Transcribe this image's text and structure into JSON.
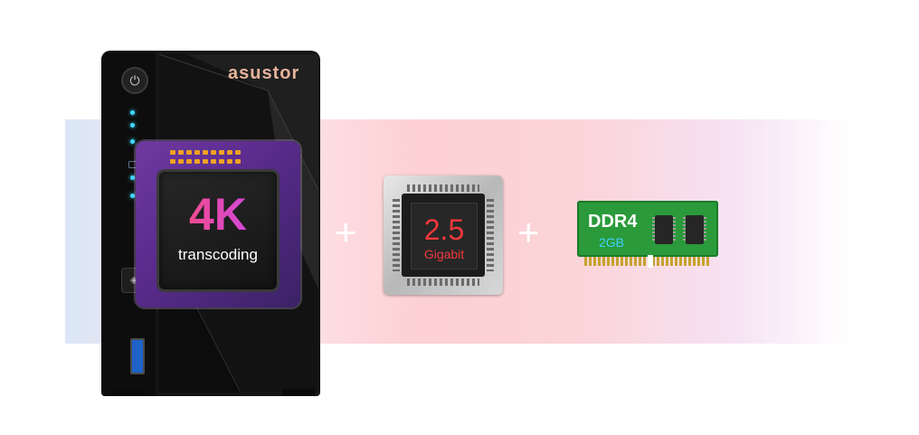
{
  "nas": {
    "brand": "asustor",
    "power_icon": "power-icon",
    "one_touch_icon": "diamond-icon"
  },
  "features": {
    "cpu": {
      "big": "4K",
      "small": "transcoding"
    },
    "plus_1": "+",
    "network": {
      "big": "2.5",
      "small": "Gigabit"
    },
    "plus_2": "+",
    "memory": {
      "big": "DDR4",
      "small": "2GB"
    }
  },
  "colors": {
    "accent_red": "#f0383c",
    "accent_cyan": "#3fd2ff",
    "ram_green": "#2a9a3a",
    "cpu_purple": "#5b2c8e"
  }
}
